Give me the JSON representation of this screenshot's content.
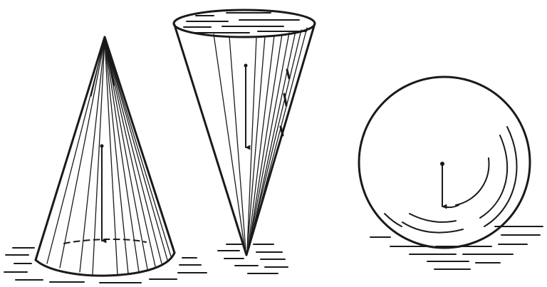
{
  "figure": {
    "objects": [
      {
        "name": "cone-on-base",
        "shape": "cone",
        "orientation": "apex-up"
      },
      {
        "name": "cone-on-apex",
        "shape": "cone",
        "orientation": "apex-down"
      },
      {
        "name": "sphere",
        "shape": "sphere"
      }
    ],
    "arrow_direction": "down",
    "ink_color": "#1a1a1a",
    "background_color": "#ffffff"
  }
}
